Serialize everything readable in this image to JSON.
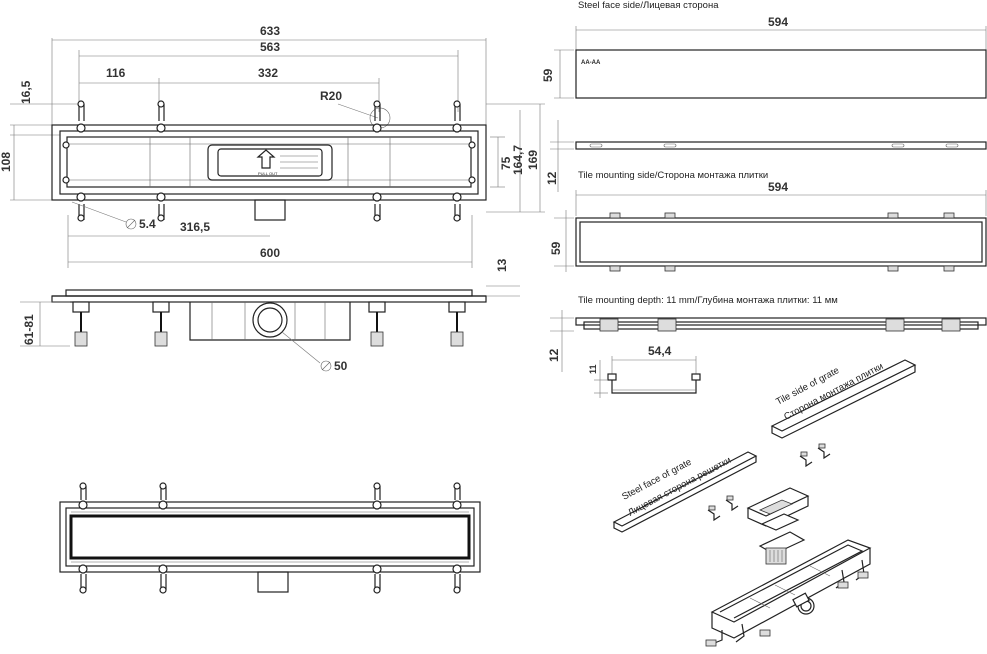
{
  "dimensions": {
    "d633": "633",
    "d563": "563",
    "d116": "116",
    "d332": "332",
    "d16_5": "16,5",
    "r20": "R20",
    "d108": "108",
    "d75": "75",
    "d164_7": "164,7",
    "d169": "169",
    "d5_4": "5.4",
    "d316_5": "316,5",
    "d600": "600",
    "d13": "13",
    "d61_81": "61-81",
    "d50": "50",
    "d594_top": "594",
    "d59_top": "59",
    "d12_top": "12",
    "d594_mid": "594",
    "d59_mid": "59",
    "d12_bot": "12",
    "d54_4": "54,4",
    "d11": "11"
  },
  "symbols": {
    "diameter": "∅"
  },
  "captions": {
    "steel_face": "Steel face side/Лицевая сторона",
    "tile_mounting_side": "Tile mounting side/Сторона монтажа плитки",
    "tile_depth": "Tile mounting depth: 11 mm/Глубина монтажа плитки: 11 мм",
    "tile_side_grate_1": "Tile side of grate",
    "tile_side_grate_2": "Сторона монтажа плитки",
    "steel_face_grate_1": "Steel face of grate",
    "steel_face_grate_2": "Лицевая сторона решетки"
  },
  "label_plate": {
    "arrow_text": "PULL OUT"
  },
  "logo": "AA-AA"
}
